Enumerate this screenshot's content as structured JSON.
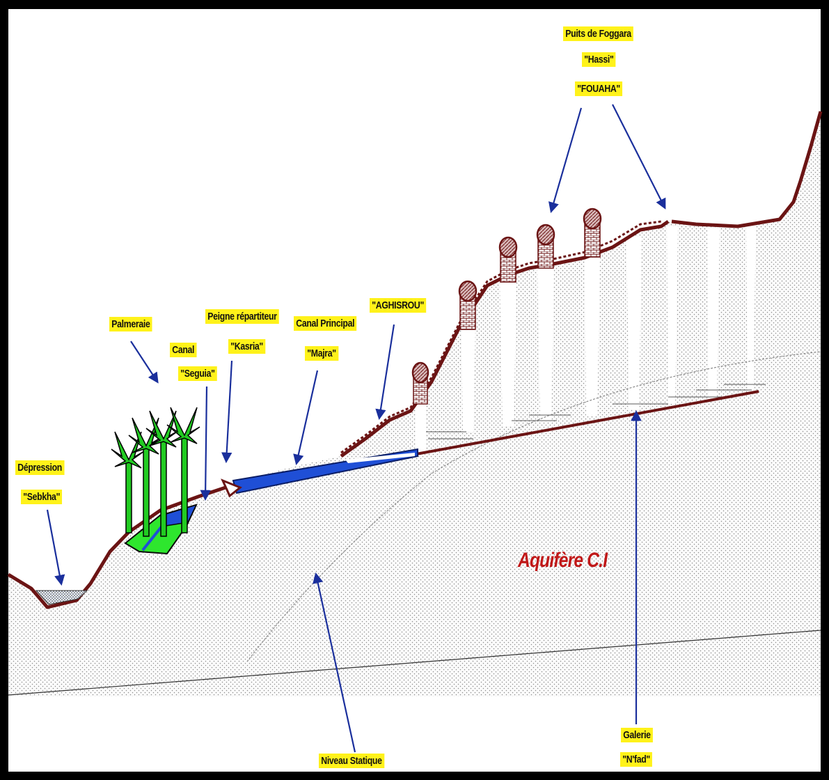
{
  "labels": {
    "puits_line1": "Puits de Foggara",
    "puits_line2": "\"Hassi\"",
    "puits_line3": "\"FOUAHA\"",
    "palmeraie": "Palmeraie",
    "canal_line1": "Canal",
    "canal_line2": "\"Seguia\"",
    "peigne_line1": "Peigne répartiteur",
    "peigne_line2": "\"Kasria\"",
    "canal_principal_line1": "Canal Principal",
    "canal_principal_line2": "\"Majra\"",
    "aghisrou": "\"AGHISROU\"",
    "depression_line1": "Dépression",
    "depression_line2": "\"Sebkha\"",
    "aquifere": "Aquifère C.I",
    "niveau_statique": "Niveau Statique",
    "galerie_line1": "Galerie",
    "galerie_line2": "\"N'fad\""
  },
  "colors": {
    "label_background": "#fff21a",
    "terrain_surface": "#6b1414",
    "canal_water": "#1f4fd6",
    "arrows": "#1a2f9c",
    "palm_green": "#1fcc1f",
    "aquifer_text": "#c01818"
  },
  "icons": [
    "palm-tree-icon",
    "well-shaft-icon",
    "arrow-icon"
  ]
}
